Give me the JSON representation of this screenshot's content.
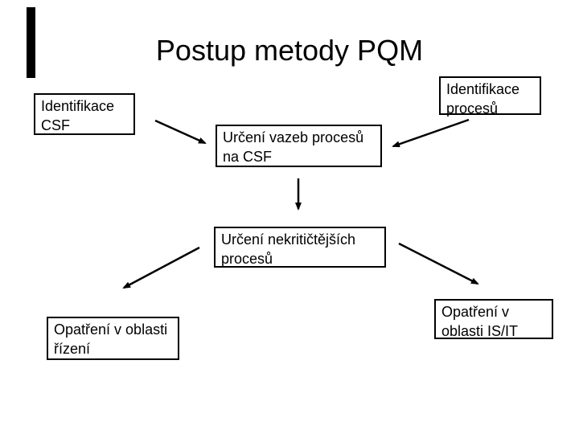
{
  "slide": {
    "title": "Postup metody PQM",
    "background_color": "#ffffff",
    "line_color": "#000000",
    "text_color": "#000000"
  },
  "boxes": {
    "identifikace_csf": {
      "label": "Identifikace\nCSF"
    },
    "identifikace_procesu": {
      "label": "Identifikace\nprocesů"
    },
    "urceni_vazeb": {
      "label": "Určení vazeb procesů\nna CSF"
    },
    "urceni_nekritictejsich": {
      "label": "Určení nekritičtějších\nprocesů"
    },
    "opatreni_rizeni": {
      "label": "Opatření v oblasti\nřízení"
    },
    "opatreni_isit": {
      "label": "Opatření v\noblasti IS/IT"
    }
  },
  "edges": [
    {
      "from": "Identifikace CSF",
      "to": "Určení vazeb procesů na CSF"
    },
    {
      "from": "Identifikace procesů",
      "to": "Určení vazeb procesů na CSF"
    },
    {
      "from": "Určení vazeb procesů na CSF",
      "to": "Určení nekritičtějších procesů"
    },
    {
      "from": "Určení nekritičtějších procesů",
      "to": "Opatření v oblasti řízení"
    },
    {
      "from": "Určení nekritičtějších procesů",
      "to": "Opatření v oblasti IS/IT"
    }
  ]
}
